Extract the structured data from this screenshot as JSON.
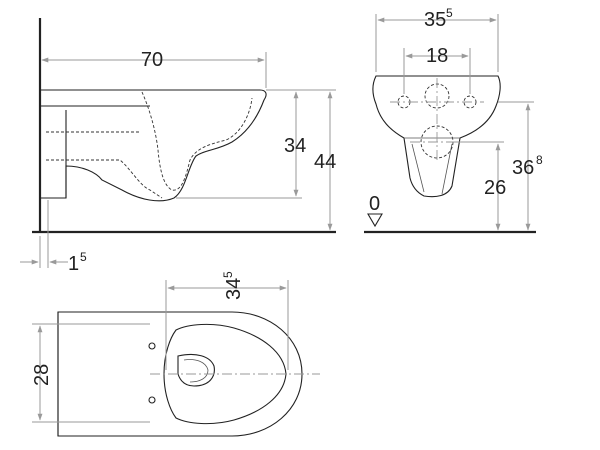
{
  "side_view": {
    "length": "70",
    "rim_height": "34",
    "total_height": "44",
    "wall_offset_main": "1",
    "wall_offset_sup": "5"
  },
  "front_view": {
    "width_main": "35",
    "width_sup": "5",
    "bolt_spacing": "18",
    "floor_level": "0",
    "outlet_height": "26",
    "rim_top_main": "36",
    "rim_top_sup": "8"
  },
  "top_view": {
    "bowl_length_main": "34",
    "bowl_length_sup": "5",
    "bolt_span": "28"
  }
}
